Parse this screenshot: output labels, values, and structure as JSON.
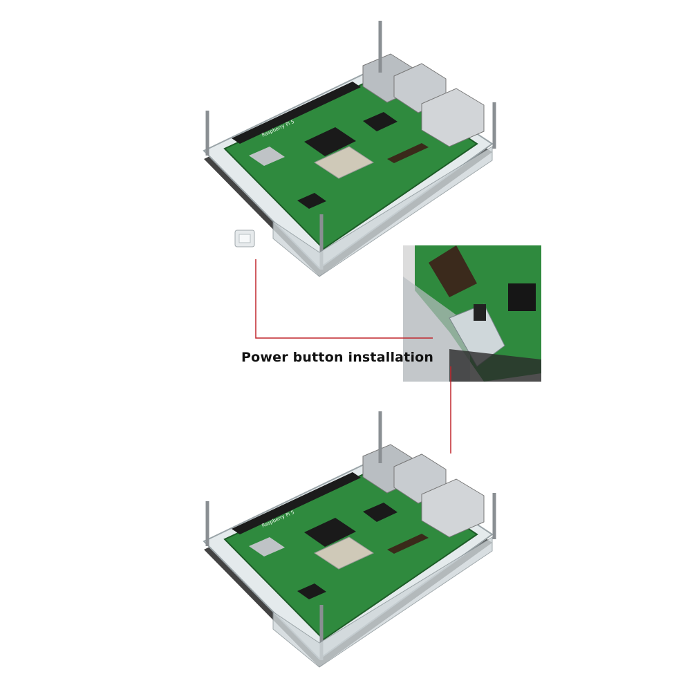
{
  "caption": "Power button installation",
  "board_label": "Raspberry Pi 5",
  "colors": {
    "pcb_green": "#2f8a3e",
    "acrylic": "#dfe6e8",
    "leader_line": "#c0262c",
    "caption_text": "#111111"
  },
  "images": [
    {
      "name": "case-with-loose-power-button",
      "icon": "raspberry-pi-acrylic-case"
    },
    {
      "name": "power-button-closeup",
      "icon": "closeup-photo"
    },
    {
      "name": "case-with-installed-power-button",
      "icon": "raspberry-pi-acrylic-case"
    }
  ]
}
